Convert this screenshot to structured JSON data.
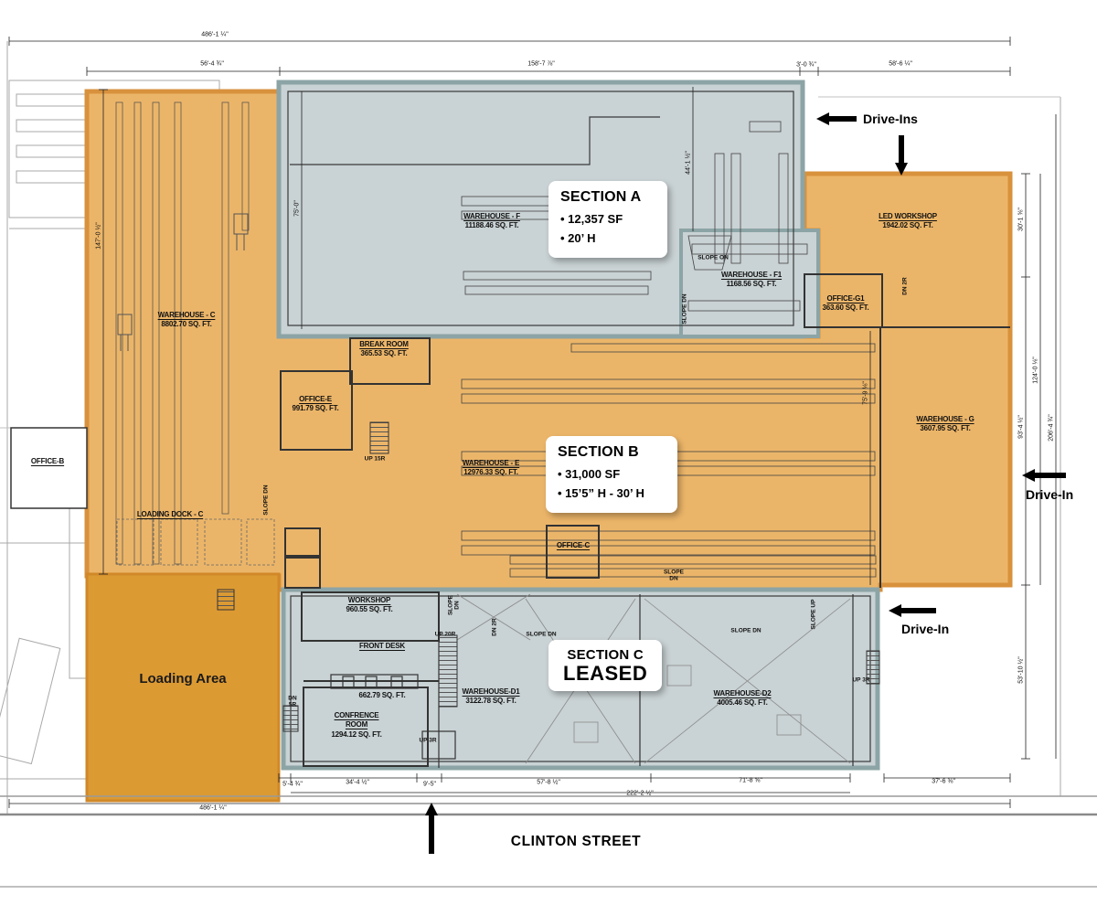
{
  "street": "CLINTON STREET",
  "colors": {
    "highlight_orange": "#EBB569",
    "highlight_orange_border": "#D8913C",
    "loading_orange": "#DC9A33",
    "section_gray": "#C9D2D4",
    "section_gray_border": "#8CA4A6",
    "arrow_black": "#000000"
  },
  "callouts": {
    "a": {
      "title": "SECTION A",
      "bullets": [
        "• 12,357 SF",
        "• 20’ H"
      ]
    },
    "b": {
      "title": "SECTION B",
      "bullets": [
        "• 31,000 SF",
        "• 15’5” H - 30’ H"
      ]
    },
    "c": {
      "title": "SECTION C",
      "status": "LEASED"
    }
  },
  "arrows": {
    "drive_ins": "Drive-Ins",
    "drive_in": "Drive-In"
  },
  "rooms": {
    "warehouse_f": {
      "name": "WAREHOUSE - F",
      "area": "11188.46 SQ. FT."
    },
    "warehouse_f1": {
      "name": "WAREHOUSE - F1",
      "area": "1168.56 SQ. FT."
    },
    "break_room": {
      "name": "BREAK ROOM",
      "area": "365.53 SQ. FT."
    },
    "office_e": {
      "name": "OFFICE-E",
      "area": "991.79 SQ. FT."
    },
    "warehouse_e": {
      "name": "WAREHOUSE - E",
      "area": "12976.33 SQ. FT."
    },
    "warehouse_c": {
      "name": "WAREHOUSE - C",
      "area": "8802.70 SQ. FT."
    },
    "loading_dock_c": {
      "name": "LOADING DOCK - C"
    },
    "office_c": {
      "name": "OFFICE-C"
    },
    "office_b": {
      "name": "OFFICE-B"
    },
    "led_workshop": {
      "name": "LED WORKSHOP",
      "area": "1942.02 SQ. FT."
    },
    "office_g1": {
      "name": "OFFICE-G1",
      "area": "363.60 SQ. FT."
    },
    "warehouse_g": {
      "name": "WAREHOUSE - G",
      "area": "3607.95 SQ. FT."
    },
    "workshop": {
      "name": "WORKSHOP",
      "area": "960.55 SQ. FT."
    },
    "front_desk": {
      "name": "FRONT DESK",
      "area": "662.79 SQ. FT."
    },
    "conference_room": {
      "name": "CONFRENCE ROOM",
      "area": "1294.12 SQ. FT."
    },
    "warehouse_d1": {
      "name": "WAREHOUSE-D1",
      "area": "3122.78 SQ. FT."
    },
    "warehouse_d2": {
      "name": "WAREHOUSE-D2",
      "area": "4005.46 SQ. FT."
    },
    "loading_area": {
      "name": "Loading Area"
    }
  },
  "ann": {
    "up_15r": "UP 15R",
    "up_20r": "UP 20R",
    "up_3r": "UP 3R",
    "dn_2r": "DN 2R",
    "dn_5r": "DN 5R",
    "slope_dn": "SLOPE DN",
    "slope_on": "SLOPE ON",
    "slope_up": "SLOPE UP"
  },
  "dims": {
    "top_total": "486'-1 ¼\"",
    "top_left": "56'-4 ¾\"",
    "top_mid": "158'-7 ⅞\"",
    "top_gap": "3'-0 ¾\"",
    "top_right": "58'-6 ¼\"",
    "left_c": "147'-0 ½\"",
    "left_a": "75'-0\"",
    "mid_44": "44'-1 ½\"",
    "mid_75": "75'-9 ⅛\"",
    "right_30": "30'-1 ⅝\"",
    "right_124": "124'-0 ⅛\"",
    "right_93": "93'-4 ½\"",
    "right_206": "206'-4 ¾\"",
    "right_53": "53'-10 ½\"",
    "bot_5": "5'-4 ¾\"",
    "bot_34": "34'-4 ½\"",
    "bot_9": "9'-5\"",
    "bot_57": "57'-8 ½\"",
    "bot_71": "71'-8 ⅝\"",
    "bot_222": "222'-2 ½\"",
    "bot_37": "37'-6 ⅜\"",
    "bot_total": "486'-1 ¼\""
  }
}
